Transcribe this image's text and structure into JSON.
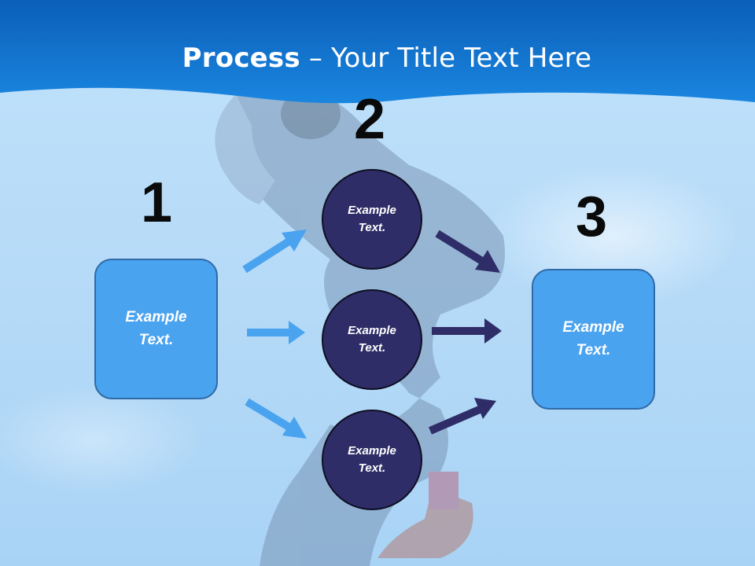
{
  "slide": {
    "title_bold": "Process",
    "title_dash": " – ",
    "title_rest": "Your Title Text Here"
  },
  "numbers": [
    "1",
    "2",
    "3"
  ],
  "left_box": {
    "text": "Example Text."
  },
  "right_box": {
    "text": "Example Text."
  },
  "circles": [
    {
      "text": "Example Text."
    },
    {
      "text": "Example Text."
    },
    {
      "text": "Example Text."
    }
  ],
  "colors": {
    "header_blue": "#1a7fdc",
    "box_blue": "#4aa3ef",
    "circle_navy": "#2e2d67",
    "arrow_light": "#4aa3ef",
    "arrow_dark": "#2e2d67"
  }
}
